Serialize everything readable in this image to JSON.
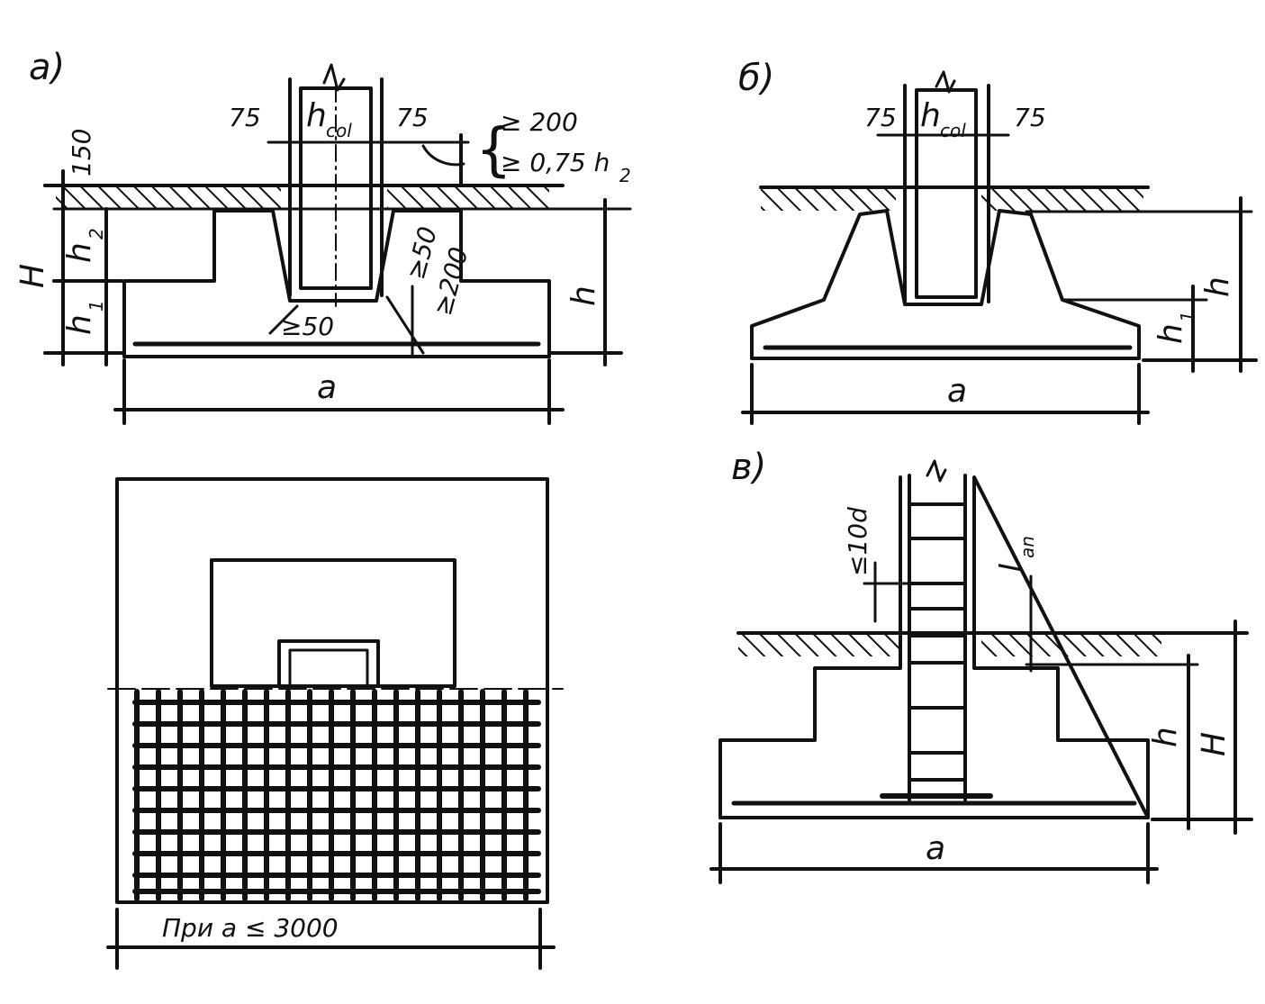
{
  "colors": {
    "ink": "#111111",
    "paper": "#ffffff"
  },
  "figure_a": {
    "label": "а)",
    "dim_left_75": "75",
    "dim_right_75": "75",
    "h_col": "h",
    "h_col_sub": "col",
    "dim_150": "150",
    "min_200": "≥ 200",
    "min_075": "≥ 0,75 h",
    "min_075_sub": "2",
    "H": "H",
    "h2": "h",
    "h2_sub": "2",
    "h1": "h",
    "h1_sub": "1",
    "h": "h",
    "dim_50_top": "≥50",
    "dim_200_bottom": "≥200",
    "dim_50_bottom": "≥50",
    "a": "a"
  },
  "plan": {
    "caption": "При  a ≤ 3000"
  },
  "figure_b": {
    "label": "б)",
    "dim_left_75": "75",
    "dim_right_75": "75",
    "h_col": "h",
    "h_col_sub": "col",
    "h": "h",
    "h1": "h",
    "h1_sub": "1",
    "a": "a"
  },
  "figure_v": {
    "label": "в)",
    "dim_10d": "≤10d",
    "l_an": "l",
    "l_an_sub": "an",
    "h": "h",
    "H": "H",
    "a": "a"
  }
}
